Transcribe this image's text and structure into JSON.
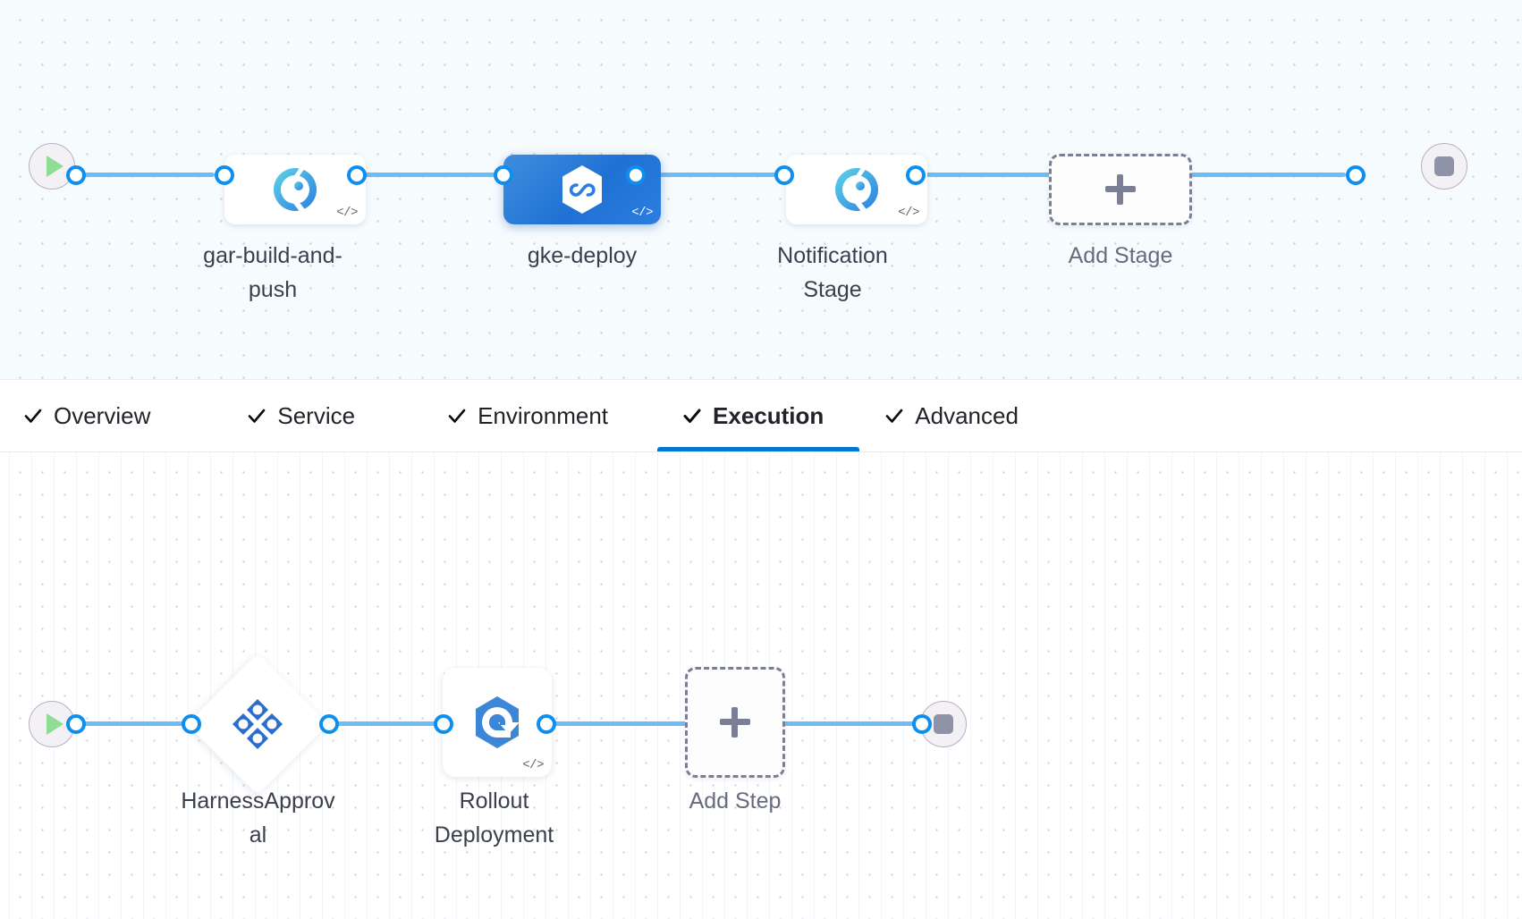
{
  "pipeline": {
    "stage_flow": {
      "start_node": {
        "icon": "play-icon",
        "title": "Start"
      },
      "end_node": {
        "icon": "stop-icon",
        "title": "End"
      },
      "stages": [
        {
          "label": "gar-build-and-\npush",
          "icon": "harness-ci-radar-icon",
          "selected": false,
          "has_code_mark": true,
          "code_mark": "</>"
        },
        {
          "label": "gke-deploy",
          "icon": "harness-hexagon-infinity-icon",
          "selected": true,
          "has_code_mark": true,
          "code_mark": "</>"
        },
        {
          "label": "Notification\nStage",
          "icon": "harness-ci-radar-icon",
          "selected": false,
          "has_code_mark": true,
          "code_mark": "</>"
        }
      ],
      "add_stage": {
        "label": "Add Stage",
        "icon": "plus-icon"
      }
    },
    "tabs": [
      {
        "label": "Overview",
        "icon": "check-icon",
        "active": false
      },
      {
        "label": "Service",
        "icon": "check-icon",
        "active": false
      },
      {
        "label": "Environment",
        "icon": "check-icon",
        "active": false
      },
      {
        "label": "Execution",
        "icon": "check-icon",
        "active": true
      },
      {
        "label": "Advanced",
        "icon": "check-icon",
        "active": false
      }
    ],
    "step_flow": {
      "start_node": {
        "icon": "play-icon",
        "title": "Start"
      },
      "end_node": {
        "icon": "stop-icon",
        "title": "End"
      },
      "steps": [
        {
          "label": "HarnessApprov\nal",
          "icon": "harness-approval-diamond-icon",
          "shape": "diamond",
          "has_code_mark": false
        },
        {
          "label": "Rollout\nDeployment",
          "icon": "k8s-rollout-hexagon-icon",
          "shape": "square",
          "has_code_mark": true,
          "code_mark": "</>"
        }
      ],
      "add_step": {
        "label": "Add Step",
        "icon": "plus-icon"
      }
    }
  },
  "colors": {
    "accent_blue": "#0278d5",
    "edge_blue": "#6cbdf7",
    "port_blue": "#0e8ff0",
    "selected_stage": "#2b7ee0",
    "canvas_bg": "#f6fbfe",
    "dashed_border": "#7b7f95",
    "start_green": "#8ddd92",
    "stop_grey": "#8e93a8"
  }
}
